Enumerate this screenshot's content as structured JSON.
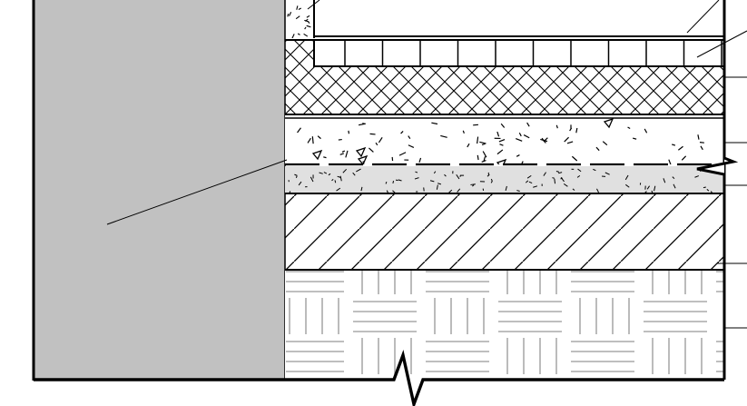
{
  "drawing": {
    "subject": "",
    "layers": [
      {
        "key": "tile-finish"
      },
      {
        "key": "crosshatch-insulation"
      },
      {
        "key": "screed"
      },
      {
        "key": "membrane"
      },
      {
        "key": "gravel-blinding"
      },
      {
        "key": "hatched-slab"
      },
      {
        "key": "parquet-subbase"
      }
    ],
    "colors": {
      "wall_fill": "#c1c1c1",
      "line": "#000000",
      "gravel_fill": "#e0e0e0",
      "parquet_line": "#aaaaaa",
      "background": "#ffffff"
    }
  }
}
